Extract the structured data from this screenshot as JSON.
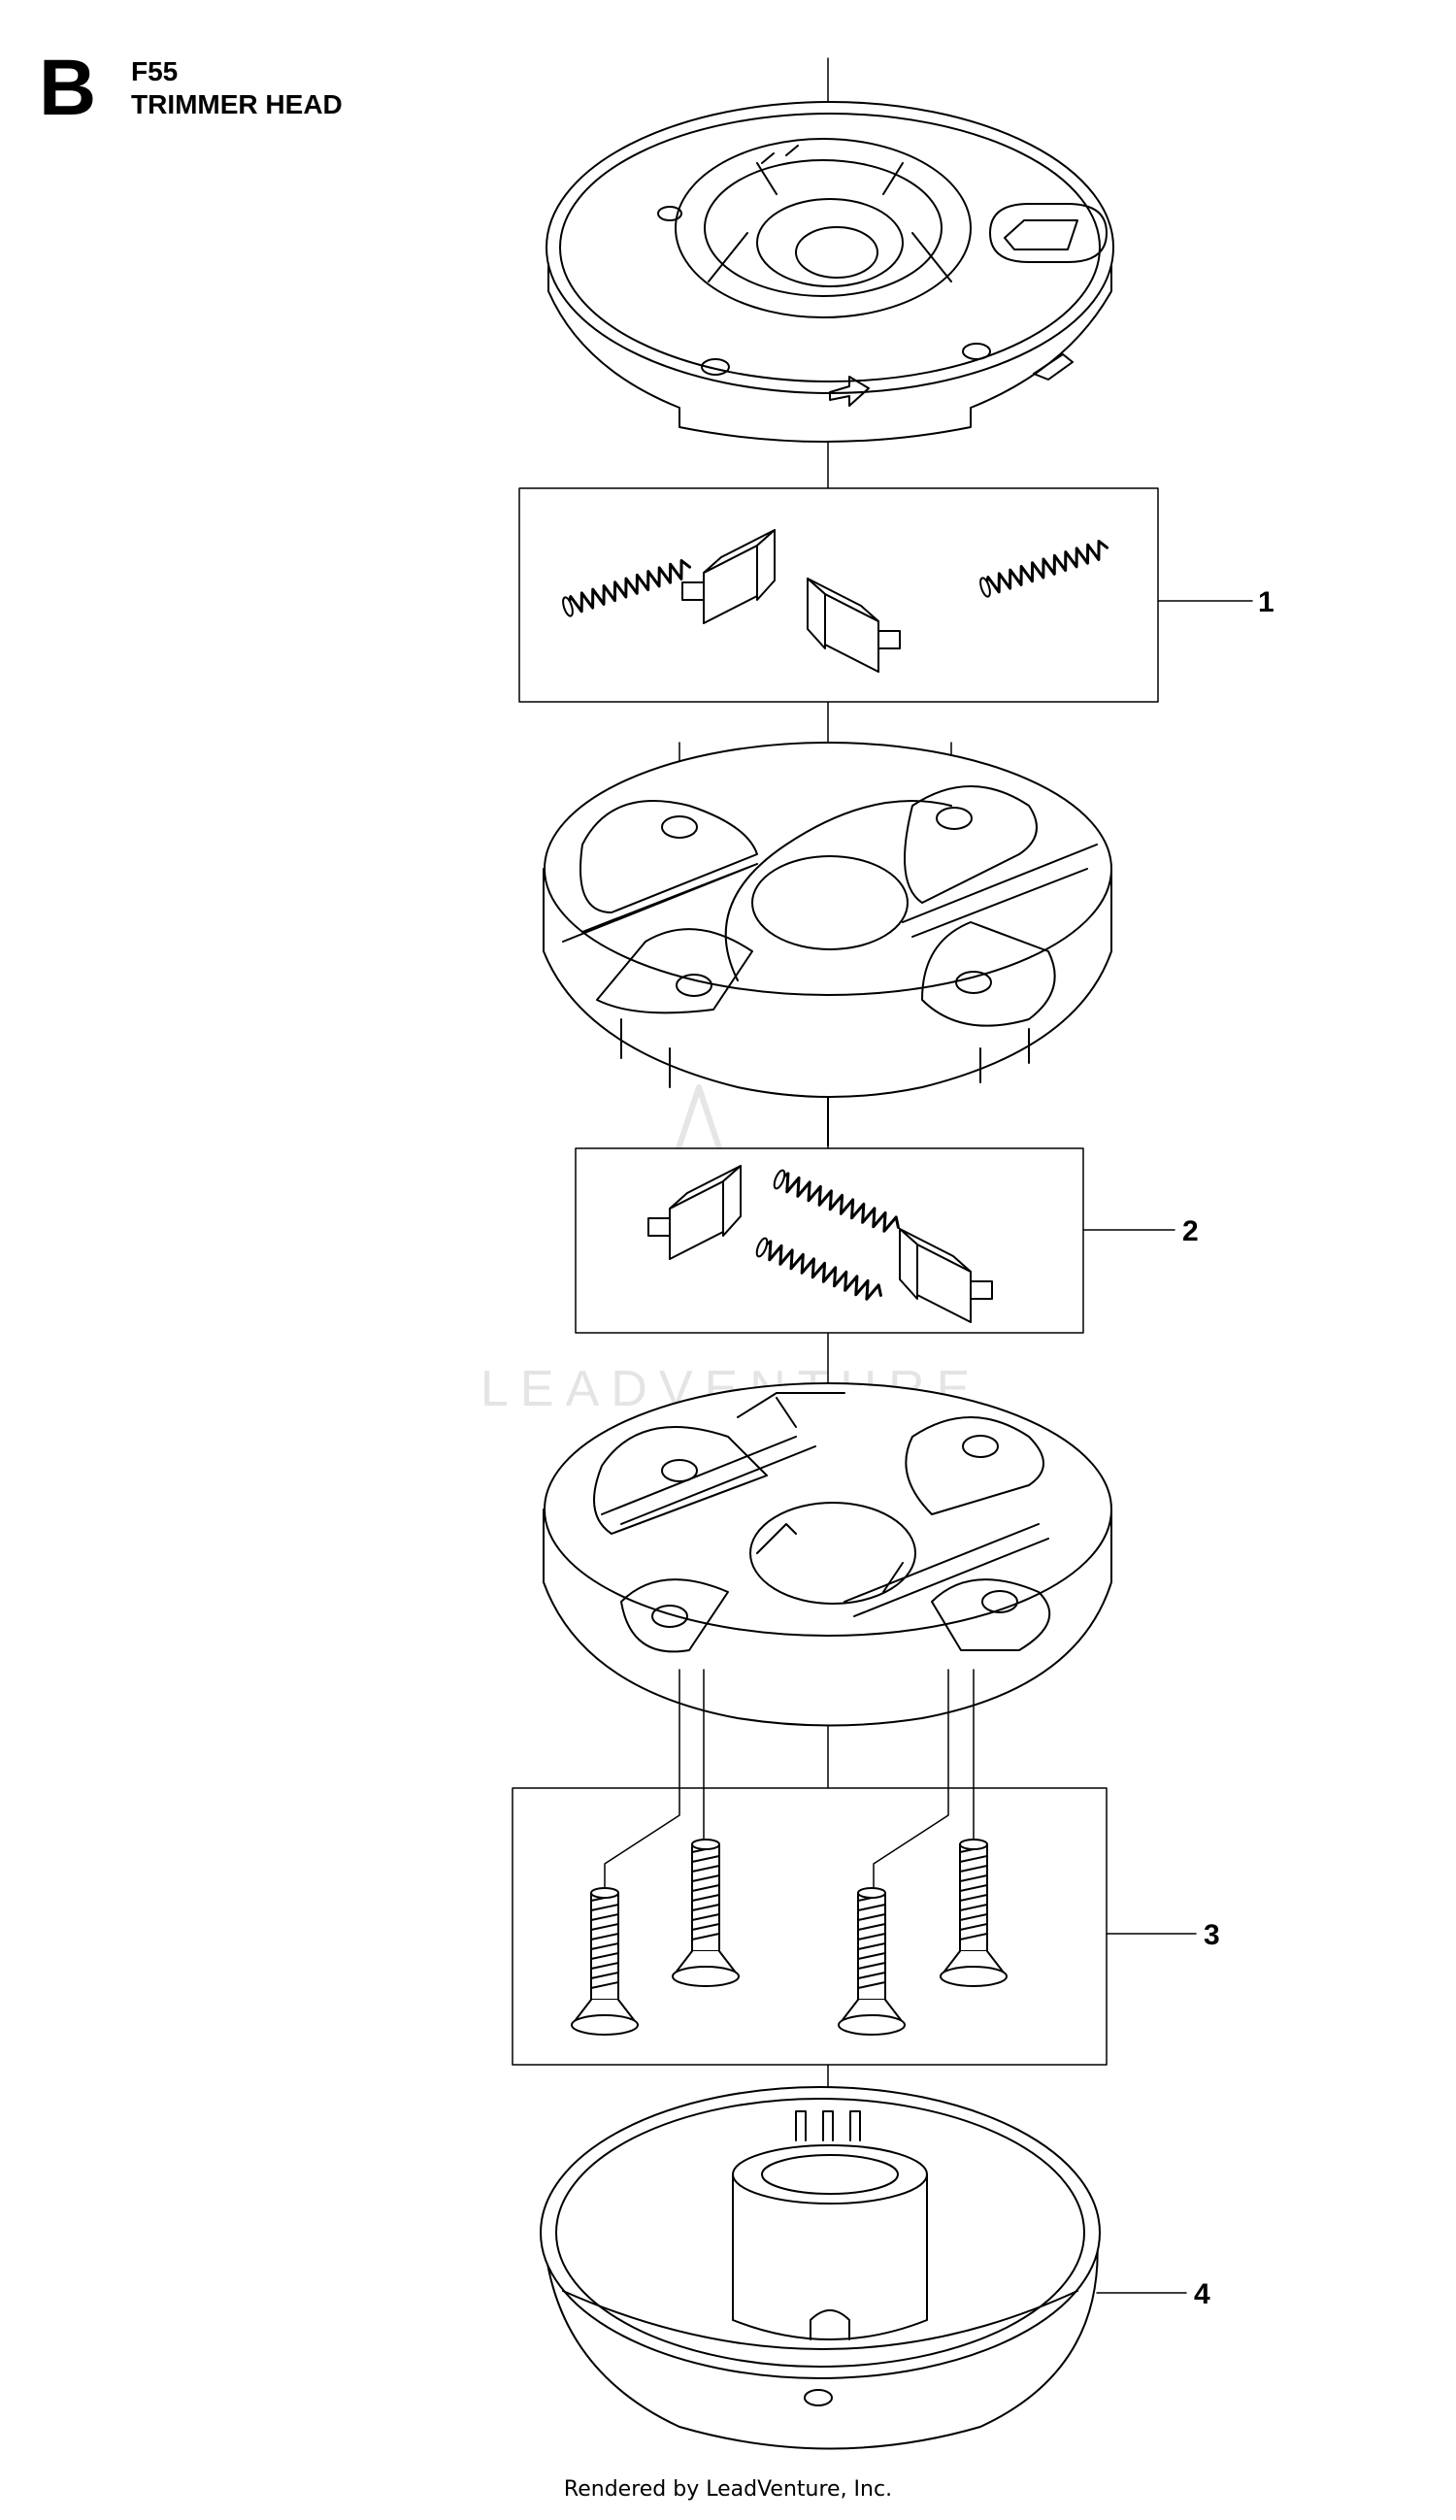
{
  "header": {
    "section_letter": "B",
    "model": "F55",
    "title": "TRIMMER HEAD"
  },
  "parts": [
    {
      "number": "1",
      "description": "blade-clip-and-spring-set-upper"
    },
    {
      "number": "2",
      "description": "blade-clip-and-spring-set-lower"
    },
    {
      "number": "3",
      "description": "countersunk-screws"
    },
    {
      "number": "4",
      "description": "cover-cup"
    }
  ],
  "watermark": "LEADVENTURE",
  "footer": "Rendered by LeadVenture, Inc.",
  "colors": {
    "line": "#000000",
    "watermark": "#e4e4e4",
    "background": "#ffffff"
  }
}
